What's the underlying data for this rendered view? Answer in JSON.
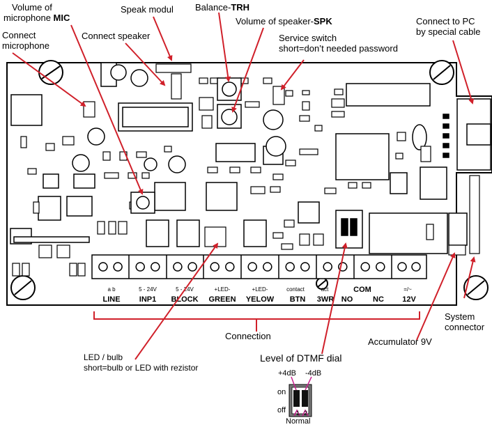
{
  "labels": {
    "volume_mic_line1": "Volume of",
    "volume_mic_line2": "microphone ",
    "volume_mic_bold": "MIC",
    "speak_modul": "Speak modul",
    "balance": "Balance-",
    "balance_bold": "TRH",
    "volume_spk": "Volume of speaker-",
    "volume_spk_bold": "SPK",
    "connect_pc_line1": "Connect to PC",
    "connect_pc_line2": "by special cable",
    "connect_mic_line1": "Connect",
    "connect_mic_line2": "microphone",
    "connect_speaker": "Connect speaker",
    "service_line1": "Service switch",
    "service_line2": "short=don’t needed password",
    "connection": "Connection",
    "system_line1": "System",
    "system_line2": "connector",
    "accumulator": "Accumulator 9V",
    "led_line1": "LED / bulb",
    "led_line2": "short=bulb or LED with rezistor",
    "dtmf": "Level of DTMF dial"
  },
  "terminals": [
    {
      "sub": "a    b",
      "name": "LINE"
    },
    {
      "sub": "5 - 24V",
      "name": "INP1"
    },
    {
      "sub": "5 - 24V",
      "name": "BLOCK"
    },
    {
      "sub": "+LED-",
      "name": "GREEN"
    },
    {
      "sub": "+LED-",
      "name": "YELOW"
    },
    {
      "sub": "contact",
      "name": "BTN"
    },
    {
      "sub": "act",
      "name": "3WR"
    },
    {
      "sub": "",
      "name": "NO"
    },
    {
      "sub": "COM",
      "name": "NC"
    },
    {
      "sub": "=/~",
      "name": "12V"
    }
  ],
  "dip": {
    "plus": "+4dB",
    "minus": "-4dB",
    "on": "on",
    "off": "off",
    "num1": "1",
    "num2": "2",
    "normal": "Normal"
  },
  "colors": {
    "arrow": "#d0202a",
    "board": "#000000",
    "switch_accent": "#c8238f"
  }
}
